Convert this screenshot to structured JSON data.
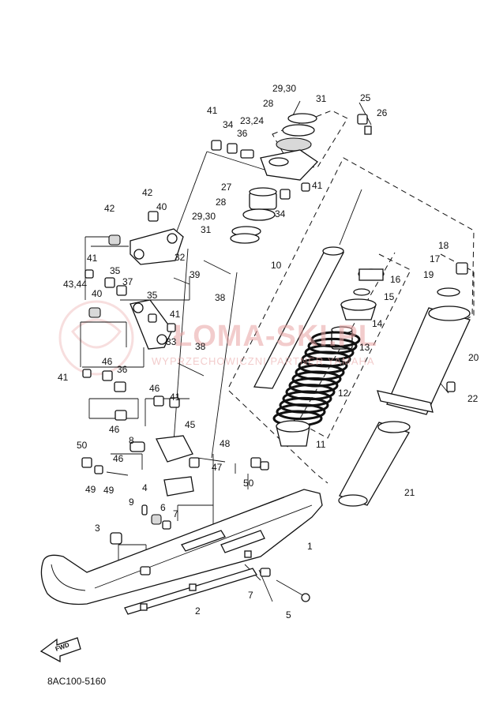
{
  "watermark": {
    "brand": "ŁOMA-SKI.PL",
    "tagline": "WYPRZECHOWICZNI PARTNER YAMAHA",
    "color": "#e9a3a3"
  },
  "diagram_code": "8AC100-5160",
  "fwd_label": "FWD",
  "callouts": [
    "1",
    "2",
    "3",
    "4",
    "5",
    "6",
    "7",
    "7",
    "8",
    "9",
    "10",
    "11",
    "12",
    "13",
    "14",
    "15",
    "16",
    "17",
    "18",
    "19",
    "20",
    "21",
    "22",
    "23,24",
    "25",
    "26",
    "27",
    "28",
    "28",
    "29,30",
    "29,30",
    "31",
    "31",
    "32",
    "33",
    "34",
    "34",
    "35",
    "35",
    "36",
    "36",
    "37",
    "38",
    "38",
    "39",
    "40",
    "40",
    "41",
    "41",
    "41",
    "41",
    "41",
    "41",
    "42",
    "42",
    "43,44",
    "45",
    "46",
    "46",
    "46",
    "46",
    "47",
    "48",
    "49",
    "49",
    "50",
    "50"
  ]
}
